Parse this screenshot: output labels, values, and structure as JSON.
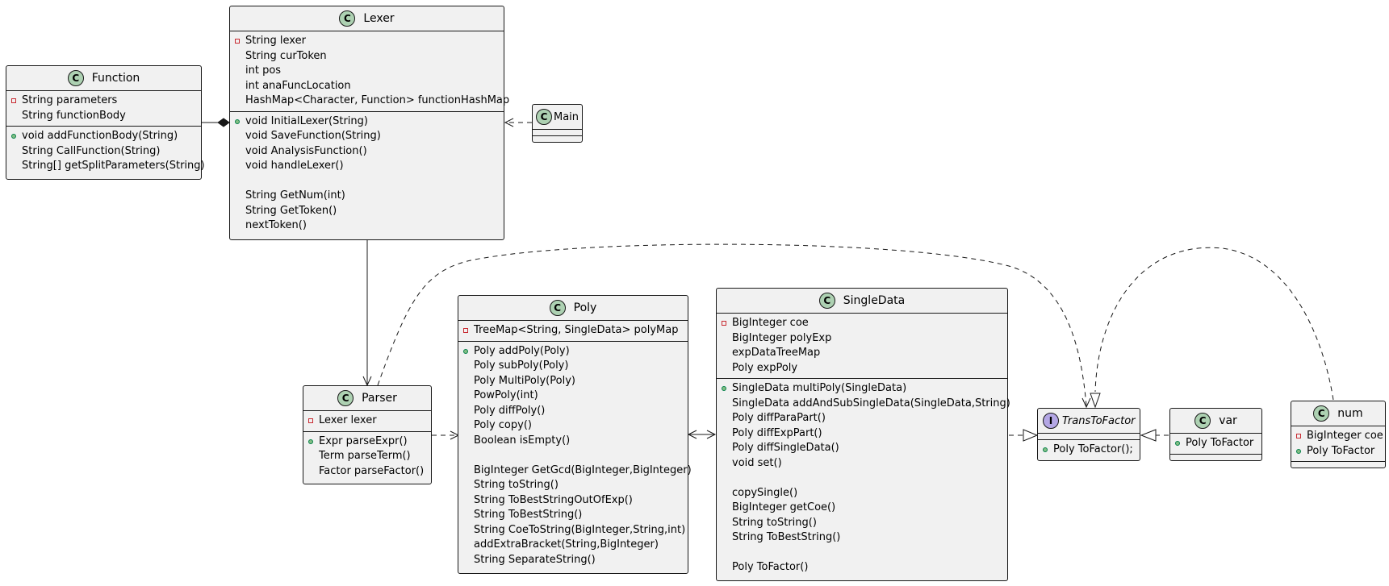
{
  "classes": {
    "function": {
      "glyph": "C",
      "name": "Function",
      "fields": [
        {
          "vis": "private",
          "text": "String parameters"
        },
        {
          "vis": "",
          "text": "String functionBody"
        }
      ],
      "methods": [
        {
          "vis": "public",
          "text": "void addFunctionBody(String)"
        },
        {
          "vis": "",
          "text": "String CallFunction(String)"
        },
        {
          "vis": "",
          "text": "String[] getSplitParameters(String)"
        }
      ]
    },
    "lexer": {
      "glyph": "C",
      "name": "Lexer",
      "fields": [
        {
          "vis": "private",
          "text": "String lexer"
        },
        {
          "vis": "",
          "text": "String curToken"
        },
        {
          "vis": "",
          "text": "int pos"
        },
        {
          "vis": "",
          "text": "int anaFuncLocation"
        },
        {
          "vis": "",
          "text": "HashMap<Character, Function> functionHashMap"
        }
      ],
      "methods": [
        {
          "vis": "public",
          "text": "void InitialLexer(String)"
        },
        {
          "vis": "",
          "text": "void SaveFunction(String)"
        },
        {
          "vis": "",
          "text": "void AnalysisFunction()"
        },
        {
          "vis": "",
          "text": "void handleLexer()"
        },
        {
          "vis": "",
          "text": ""
        },
        {
          "vis": "",
          "text": "String GetNum(int)"
        },
        {
          "vis": "",
          "text": "String GetToken()"
        },
        {
          "vis": "",
          "text": "nextToken()"
        }
      ]
    },
    "main": {
      "glyph": "C",
      "name": "Main"
    },
    "parser": {
      "glyph": "C",
      "name": "Parser",
      "fields": [
        {
          "vis": "private",
          "text": "Lexer lexer"
        }
      ],
      "methods": [
        {
          "vis": "public",
          "text": "Expr parseExpr()"
        },
        {
          "vis": "",
          "text": "Term parseTerm()"
        },
        {
          "vis": "",
          "text": "Factor parseFactor()"
        }
      ]
    },
    "poly": {
      "glyph": "C",
      "name": "Poly",
      "fields": [
        {
          "vis": "private",
          "text": "TreeMap<String, SingleData> polyMap"
        }
      ],
      "methods": [
        {
          "vis": "public",
          "text": "Poly addPoly(Poly)"
        },
        {
          "vis": "",
          "text": "Poly subPoly(Poly)"
        },
        {
          "vis": "",
          "text": "Poly MultiPoly(Poly)"
        },
        {
          "vis": "",
          "text": "PowPoly(int)"
        },
        {
          "vis": "",
          "text": "Poly diffPoly()"
        },
        {
          "vis": "",
          "text": "Poly copy()"
        },
        {
          "vis": "",
          "text": "Boolean isEmpty()"
        },
        {
          "vis": "",
          "text": ""
        },
        {
          "vis": "",
          "text": "BigInteger GetGcd(BigInteger,BigInteger)"
        },
        {
          "vis": "",
          "text": "String toString()"
        },
        {
          "vis": "",
          "text": "String ToBestStringOutOfExp()"
        },
        {
          "vis": "",
          "text": "String ToBestString()"
        },
        {
          "vis": "",
          "text": "String CoeToString(BigInteger,String,int)"
        },
        {
          "vis": "",
          "text": "addExtraBracket(String,BigInteger)"
        },
        {
          "vis": "",
          "text": "String SeparateString()"
        }
      ]
    },
    "singledata": {
      "glyph": "C",
      "name": "SingleData",
      "fields": [
        {
          "vis": "private",
          "text": "BigInteger coe"
        },
        {
          "vis": "",
          "text": "BigInteger polyExp"
        },
        {
          "vis": "",
          "text": "expDataTreeMap"
        },
        {
          "vis": "",
          "text": "Poly expPoly"
        }
      ],
      "methods": [
        {
          "vis": "public",
          "text": "SingleData multiPoly(SingleData)"
        },
        {
          "vis": "",
          "text": "SingleData addAndSubSingleData(SingleData,String)"
        },
        {
          "vis": "",
          "text": "Poly diffParaPart()"
        },
        {
          "vis": "",
          "text": "Poly diffExpPart()"
        },
        {
          "vis": "",
          "text": "Poly diffSingleData()"
        },
        {
          "vis": "",
          "text": "void set()"
        },
        {
          "vis": "",
          "text": ""
        },
        {
          "vis": "",
          "text": "copySingle()"
        },
        {
          "vis": "",
          "text": "BigInteger getCoe()"
        },
        {
          "vis": "",
          "text": "String toString()"
        },
        {
          "vis": "",
          "text": "String ToBestString()"
        },
        {
          "vis": "",
          "text": ""
        },
        {
          "vis": "",
          "text": "Poly ToFactor()"
        }
      ]
    },
    "transtofactor": {
      "glyph": "I",
      "name": "TransToFactor",
      "fields": [],
      "methods": [
        {
          "vis": "public",
          "text": "Poly ToFactor();"
        }
      ]
    },
    "var": {
      "glyph": "C",
      "name": "var",
      "fields": [
        {
          "vis": "public",
          "text": "Poly ToFactor"
        }
      ]
    },
    "num": {
      "glyph": "C",
      "name": "num",
      "fields": [
        {
          "vis": "private",
          "text": "BigInteger coe"
        },
        {
          "vis": "public",
          "text": "Poly ToFactor"
        }
      ]
    }
  }
}
